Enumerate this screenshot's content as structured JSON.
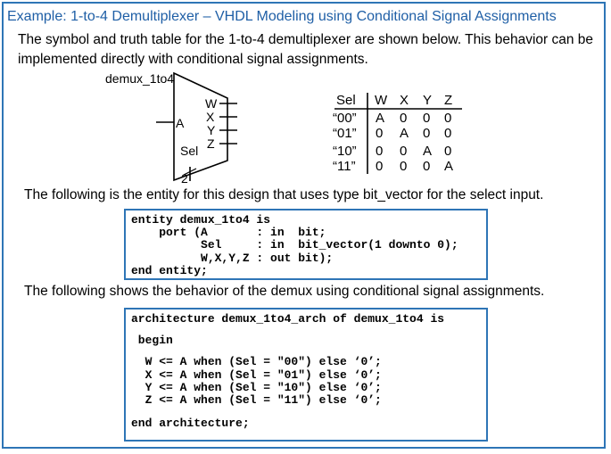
{
  "title": "Example: 1-to-4 Demultiplexer – VHDL Modeling using Conditional Signal Assignments",
  "intro": "The symbol and truth table for the 1-to-4 demultiplexer are shown below.  This behavior can be implemented directly with conditional signal assignments.",
  "symbol": {
    "name": "demux_1to4",
    "input_label": "A",
    "select_label": "Sel",
    "bus_width": "2",
    "outputs": [
      "W",
      "X",
      "Y",
      "Z"
    ]
  },
  "truth_table": {
    "headers": [
      "Sel",
      "W",
      "X",
      "Y",
      "Z"
    ],
    "rows": [
      [
        "“00”",
        "A",
        "0",
        "0",
        "0"
      ],
      [
        "“01”",
        "0",
        "A",
        "0",
        "0"
      ],
      [
        "“10”",
        "0",
        "0",
        "A",
        "0"
      ],
      [
        "“11”",
        "0",
        "0",
        "0",
        "A"
      ]
    ]
  },
  "caption_entity": "The following is the entity for this design that uses type bit_vector for the select input.",
  "entity_code": [
    "entity demux_1to4 is",
    "    port (A       : in  bit;",
    "          Sel     : in  bit_vector(1 downto 0);",
    "          W,X,Y,Z : out bit);",
    "end entity;"
  ],
  "caption_arch": "The following shows the behavior of the demux using conditional signal assignments.",
  "arch_code": {
    "header": "architecture demux_1to4_arch of demux_1to4 is",
    "begin": " begin",
    "assignments": [
      "  W <= A when (Sel = \"00\") else ‘0’;",
      "  X <= A when (Sel = \"01\") else ‘0’;",
      "  Y <= A when (Sel = \"10\") else ‘0’;",
      "  Z <= A when (Sel = \"11\") else ‘0’;"
    ],
    "end": "end architecture;"
  },
  "colors": {
    "accent": "#2e75b6",
    "title": "#1f5fa6"
  }
}
